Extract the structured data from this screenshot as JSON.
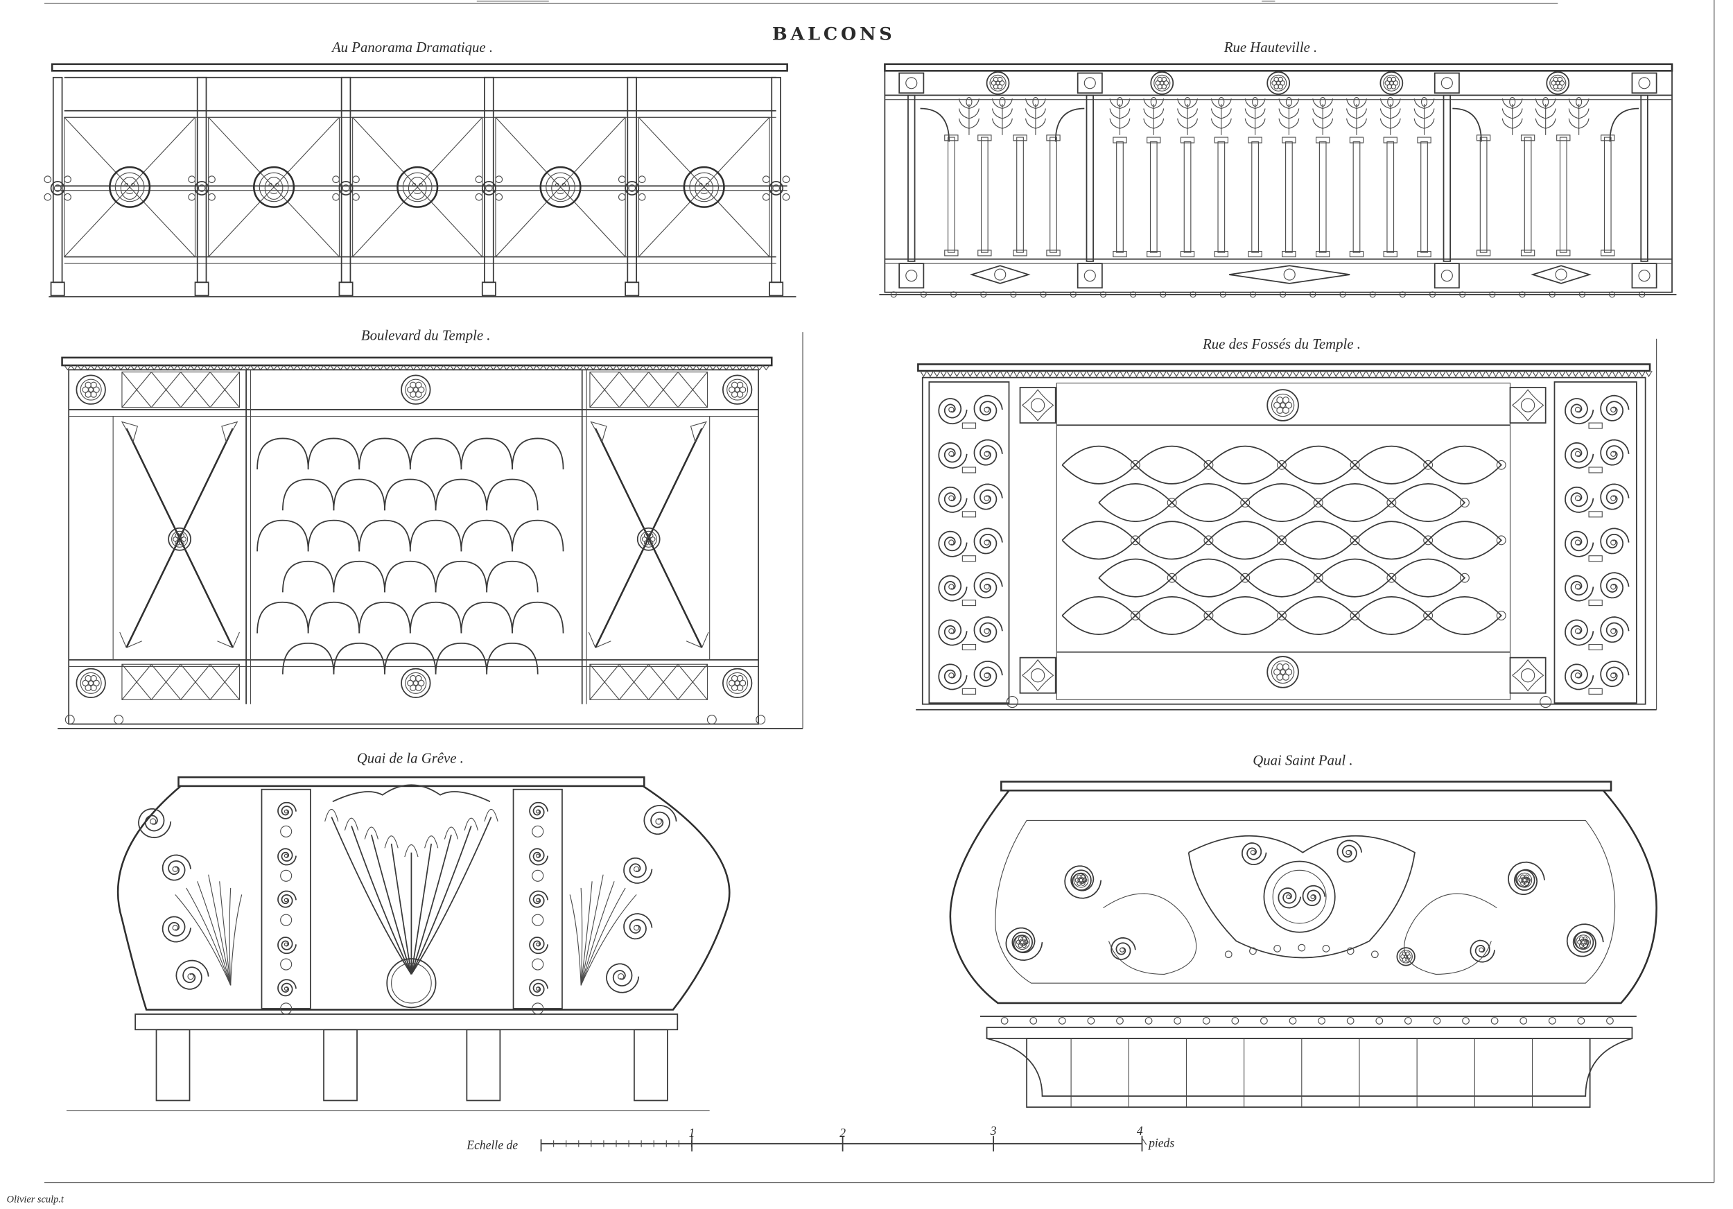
{
  "plate": {
    "title": "BALCONS",
    "engraver": "Olivier sculp.t"
  },
  "balconies": [
    {
      "caption": "Au Panorama Dramatique ."
    },
    {
      "caption": "Rue Hauteville ."
    },
    {
      "caption": "Boulevard du Temple ."
    },
    {
      "caption": "Rue des Fossés du Temple ."
    },
    {
      "caption": "Quai de la Grêve ."
    },
    {
      "caption": "Quai Saint Paul ."
    }
  ],
  "scale": {
    "label": "Echelle de",
    "unit": "pieds",
    "ticks": [
      "1",
      "2",
      "3",
      "4"
    ]
  }
}
